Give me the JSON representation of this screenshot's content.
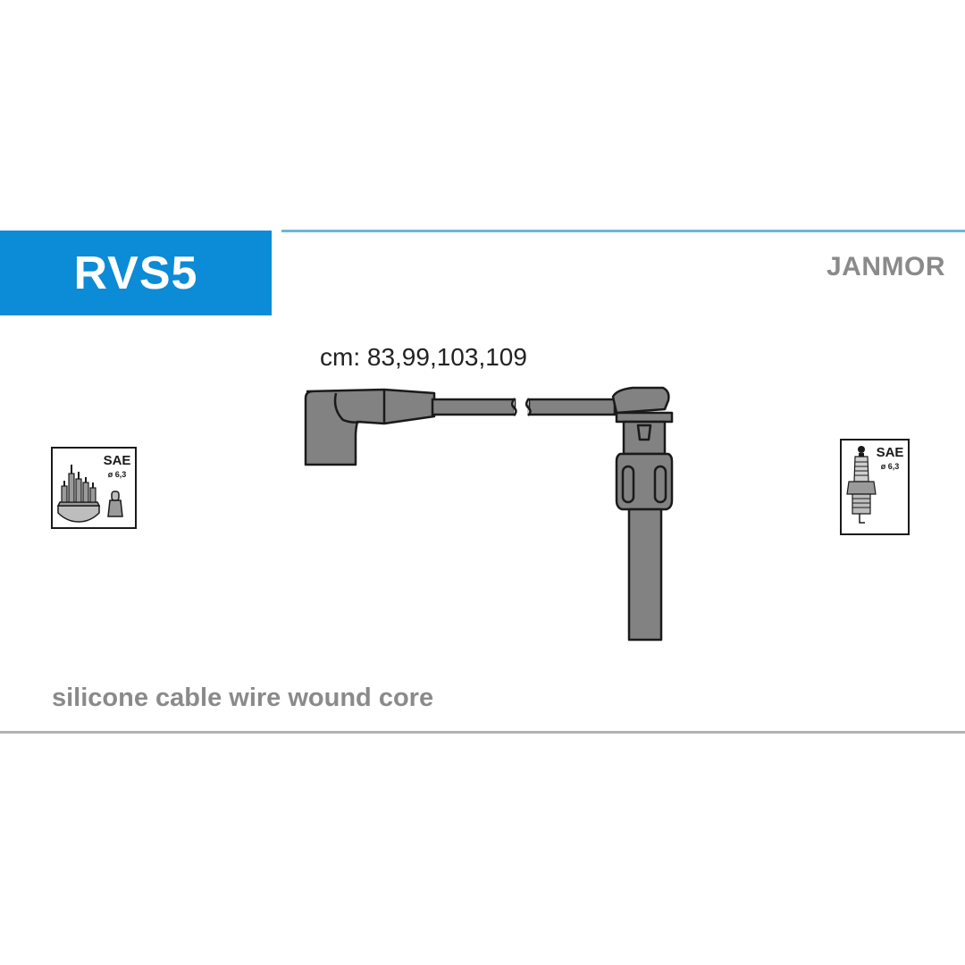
{
  "header": {
    "part_number": "RVS5",
    "brand": "JANMOR"
  },
  "cable": {
    "lengths_text": "cm: 83,99,103,109",
    "material_text": "silicone cable wire wound core"
  },
  "icons": {
    "distributor": {
      "standard": "SAE",
      "diameter": "ø 6,3",
      "icon": "distributor-cap-icon"
    },
    "spark_plug": {
      "standard": "SAE",
      "diameter": "ø 6,3",
      "icon": "spark-plug-icon"
    }
  },
  "colors": {
    "accent": "#0c8bd6",
    "rule": "#6ab6e3",
    "cable": "#808080",
    "text_gray": "#8a8a8a"
  }
}
